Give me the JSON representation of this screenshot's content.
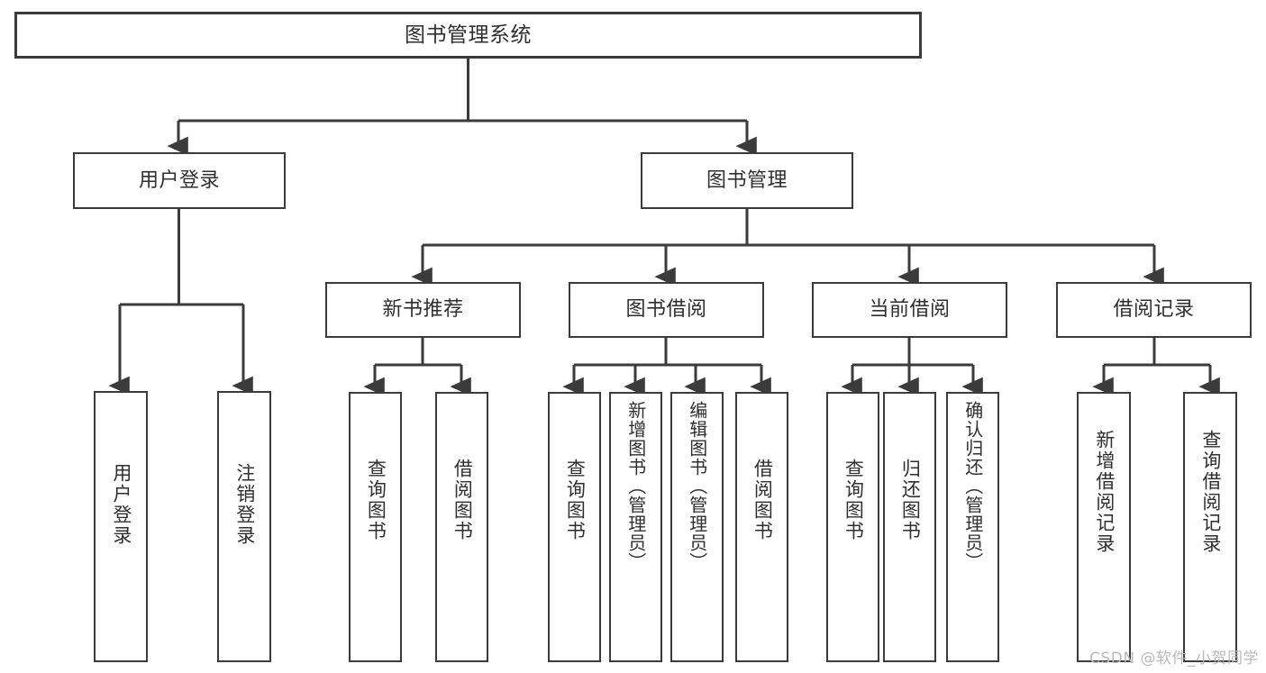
{
  "diagram": {
    "title": "图书管理系统",
    "type": "hierarchy-tree",
    "stroke_color": "#3b3b3b",
    "fill_color": "#ffffff",
    "text_color": "#2f2f2f"
  },
  "root": {
    "label": "图书管理系统"
  },
  "level2": [
    {
      "label": "用户登录"
    },
    {
      "label": "图书管理"
    }
  ],
  "level3": [
    {
      "label": "新书推荐"
    },
    {
      "label": "图书借阅"
    },
    {
      "label": "当前借阅"
    },
    {
      "label": "借阅记录"
    }
  ],
  "leaves": {
    "user_login": [
      {
        "label": "用户登录"
      },
      {
        "label": "注销登录"
      }
    ],
    "new_book": [
      {
        "label": "查询图书"
      },
      {
        "label": "借阅图书"
      }
    ],
    "borrow_book": [
      {
        "label": "查询图书"
      },
      {
        "label": "新增图书（管理员）"
      },
      {
        "label": "编辑图书（管理员）"
      },
      {
        "label": "借阅图书"
      }
    ],
    "current_borrow": [
      {
        "label": "查询图书"
      },
      {
        "label": "归还图书"
      },
      {
        "label": "确认归还（管理员）"
      }
    ],
    "borrow_record": [
      {
        "label": "新增借阅记录"
      },
      {
        "label": "查询借阅记录"
      }
    ]
  },
  "watermark": {
    "text": "CSDN @软件_小贺同学"
  }
}
